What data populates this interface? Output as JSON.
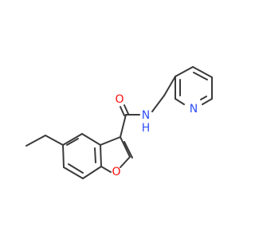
{
  "molecule": {
    "atoms": {
      "oxygen_carbonyl": "O",
      "nitrogen_amide": "N",
      "hydrogen_amide": "H",
      "nitrogen_pyridine": "N",
      "oxygen_furan": "O"
    },
    "colors": {
      "bond": "#3a3a3a",
      "oxygen": "#ff0d0d",
      "nitrogen": "#3050f8"
    }
  }
}
